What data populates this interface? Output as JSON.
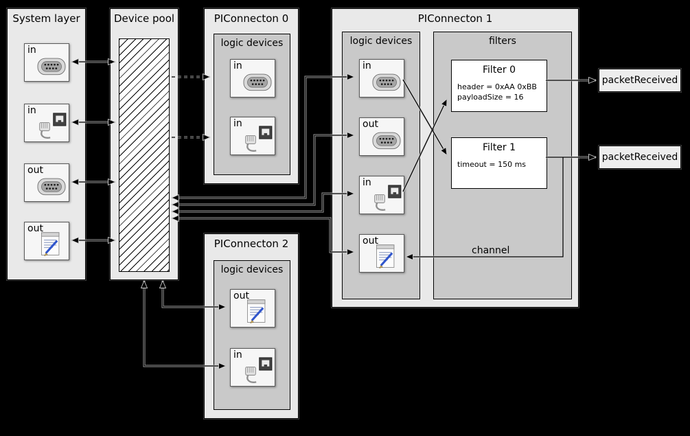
{
  "system_layer": {
    "title": "System layer",
    "devices": [
      {
        "label": "in",
        "icon": "serial-port"
      },
      {
        "label": "in",
        "icon": "ethernet"
      },
      {
        "label": "out",
        "icon": "serial-port"
      },
      {
        "label": "out",
        "icon": "document"
      }
    ]
  },
  "device_pool": {
    "title": "Device pool"
  },
  "connecton0": {
    "title": "PIConnecton 0",
    "group_title": "logic devices",
    "devices": [
      {
        "label": "in",
        "icon": "serial-port"
      },
      {
        "label": "in",
        "icon": "ethernet"
      }
    ]
  },
  "connecton1": {
    "title": "PIConnecton 1",
    "logic_group_title": "logic devices",
    "filters_group_title": "filters",
    "devices": [
      {
        "label": "in",
        "icon": "serial-port"
      },
      {
        "label": "out",
        "icon": "serial-port"
      },
      {
        "label": "in",
        "icon": "ethernet"
      },
      {
        "label": "out",
        "icon": "document"
      }
    ],
    "filters": [
      {
        "title": "Filter 0",
        "lines": [
          "header = 0xAA 0xBB",
          "payloadSize = 16"
        ]
      },
      {
        "title": "Filter 1",
        "lines": [
          "timeout = 150 ms"
        ]
      }
    ],
    "channel_label": "channel"
  },
  "connecton2": {
    "title": "PIConnecton 2",
    "group_title": "logic devices",
    "devices": [
      {
        "label": "out",
        "icon": "document"
      },
      {
        "label": "in",
        "icon": "ethernet"
      }
    ]
  },
  "events": [
    {
      "label": "packetReceived"
    },
    {
      "label": "packetReceived"
    }
  ]
}
